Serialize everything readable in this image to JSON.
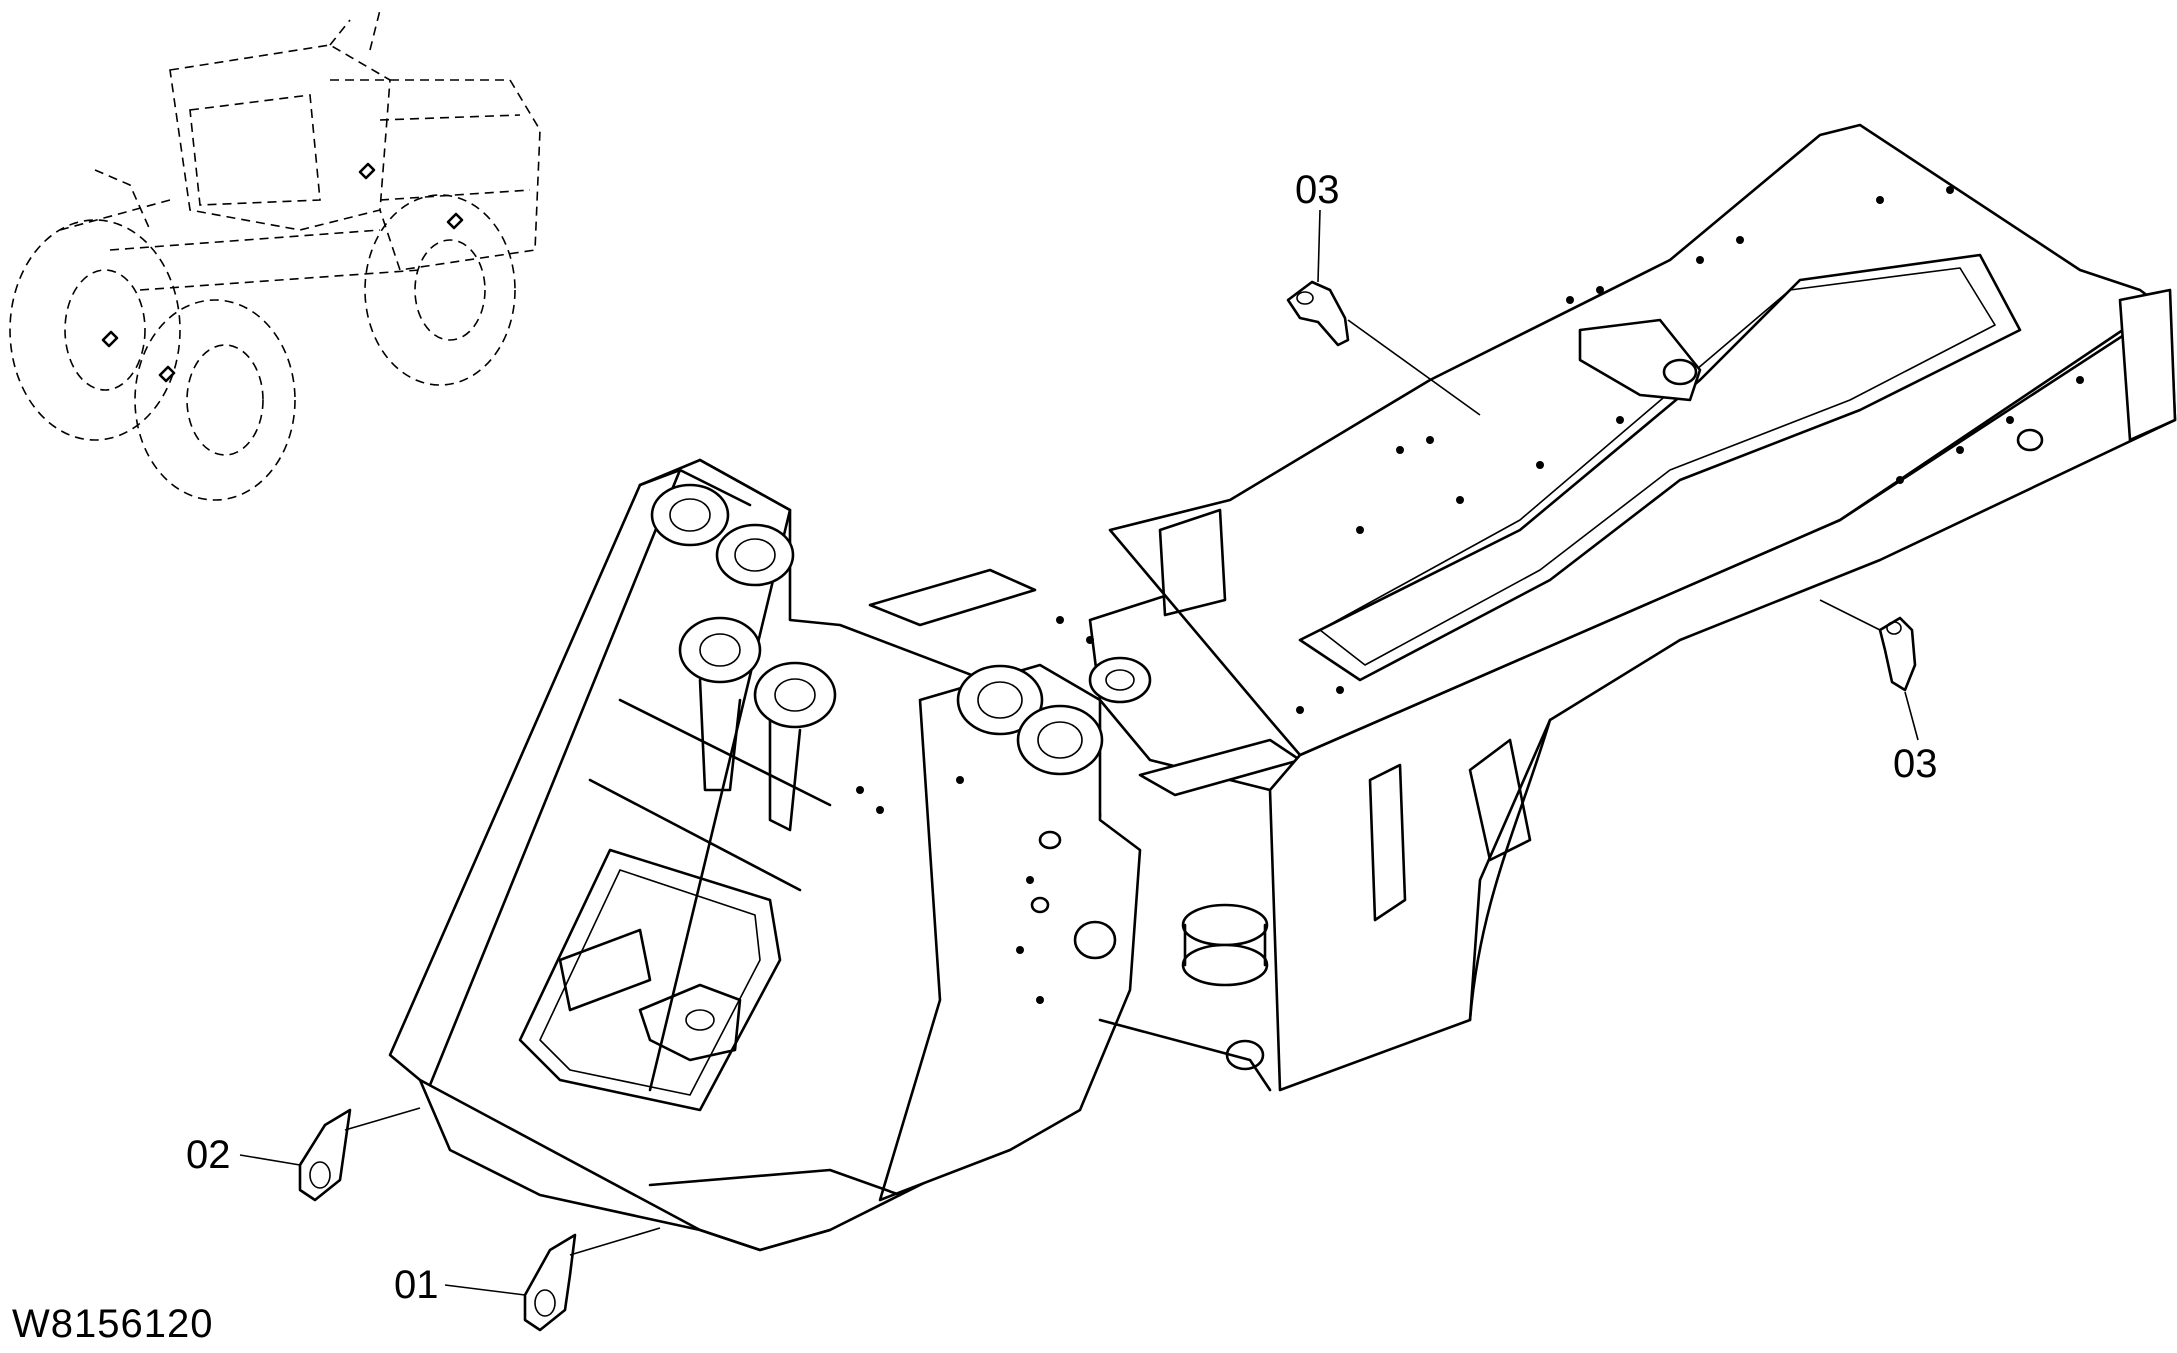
{
  "drawing_number": "W8156120",
  "callouts": [
    {
      "id": "callout-03-top",
      "label": "03"
    },
    {
      "id": "callout-03-right",
      "label": "03"
    },
    {
      "id": "callout-02",
      "label": "02"
    },
    {
      "id": "callout-01",
      "label": "01"
    }
  ],
  "icons": [
    "loader-overview-sketch",
    "chassis-frame-drawing",
    "tow-hook-part"
  ]
}
